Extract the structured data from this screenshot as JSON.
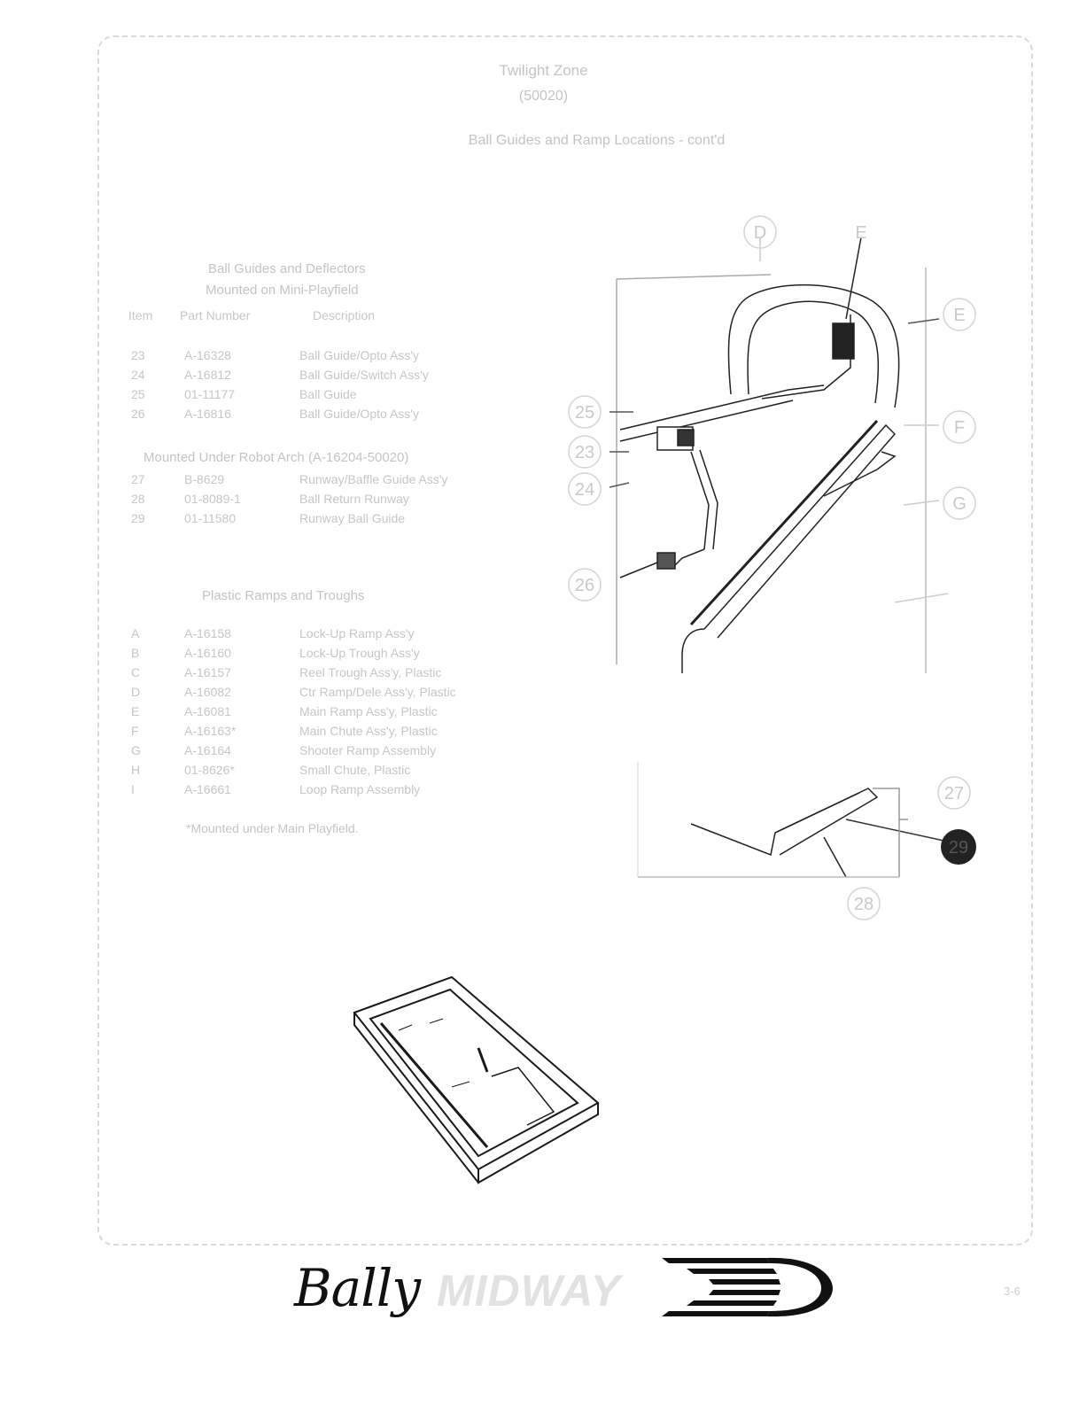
{
  "header": {
    "title": "Twilight Zone",
    "model": "(50020)",
    "subtitle": "Ball Guides and Ramp Locations - cont'd"
  },
  "section_guides": {
    "heading1": "Ball Guides and Deflectors",
    "heading2": "Mounted on Mini-Playfield",
    "columns": [
      "Item",
      "Part Number",
      "Description"
    ],
    "rows": [
      {
        "item": "23",
        "part": "A-16328",
        "desc": "Ball Guide/Opto Ass'y"
      },
      {
        "item": "24",
        "part": "A-16812",
        "desc": "Ball Guide/Switch Ass'y"
      },
      {
        "item": "25",
        "part": "01-11177",
        "desc": "Ball Guide"
      },
      {
        "item": "26",
        "part": "A-16816",
        "desc": "Ball Guide/Opto Ass'y"
      }
    ]
  },
  "section_robot": {
    "heading": "Mounted Under Robot Arch (A-16204-50020)",
    "rows": [
      {
        "item": "27",
        "part": "B-8629",
        "desc": "Runway/Baffle Guide Ass'y"
      },
      {
        "item": "28",
        "part": "01-8089-1",
        "desc": "Ball Return Runway"
      },
      {
        "item": "29",
        "part": "01-11580",
        "desc": "Runway Ball Guide"
      }
    ]
  },
  "section_ramps": {
    "heading": "Plastic Ramps and Troughs",
    "rows": [
      {
        "item": "A",
        "part": "A-16158",
        "desc": "Lock-Up Ramp Ass'y"
      },
      {
        "item": "B",
        "part": "A-16160",
        "desc": "Lock-Up Trough Ass'y"
      },
      {
        "item": "C",
        "part": "A-16157",
        "desc": "Reel Trough Ass'y, Plastic"
      },
      {
        "item": "D",
        "part": "A-16082",
        "desc": "Ctr Ramp/Dele Ass'y, Plastic"
      },
      {
        "item": "E",
        "part": "A-16081",
        "desc": "Main Ramp Ass'y, Plastic"
      },
      {
        "item": "F",
        "part": "A-16163*",
        "desc": "Main Chute Ass'y, Plastic"
      },
      {
        "item": "G",
        "part": "A-16164",
        "desc": "Shooter Ramp Assembly"
      },
      {
        "item": "H",
        "part": "01-8626*",
        "desc": "Small Chute, Plastic"
      },
      {
        "item": "I",
        "part": "A-16661",
        "desc": "Loop Ramp Assembly"
      }
    ],
    "footnote": "*Mounted under Main Playfield."
  },
  "diagram": {
    "callouts": [
      "D",
      "E",
      "E",
      "25",
      "23",
      "24",
      "F",
      "G",
      "26",
      "27",
      "28",
      "29"
    ]
  },
  "footer": {
    "logo_left": "Bally",
    "logo_right": "MIDWAY",
    "page_number": "3-6"
  }
}
